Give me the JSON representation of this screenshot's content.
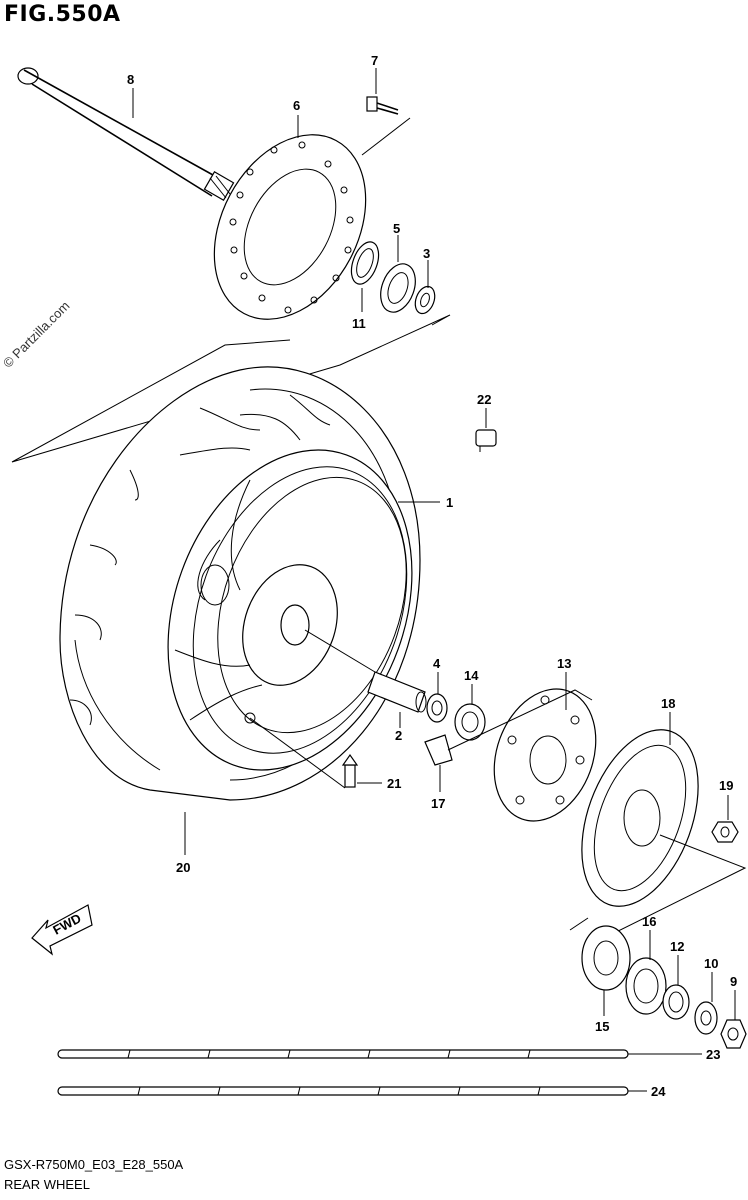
{
  "header": {
    "title": "FIG.550A"
  },
  "watermark": "© Partzilla.com",
  "footer": {
    "code": "GSX-R750M0_E03_E28_550A",
    "name": "REAR WHEEL"
  },
  "fwd_label": "FWD",
  "callouts": {
    "p1": "1",
    "p2": "2",
    "p3": "3",
    "p4": "4",
    "p5": "5",
    "p6": "6",
    "p7": "7",
    "p8": "8",
    "p9": "9",
    "p10": "10",
    "p11": "11",
    "p12": "12",
    "p13": "13",
    "p14": "14",
    "p15": "15",
    "p16": "16",
    "p17": "17",
    "p18": "18",
    "p19": "19",
    "p20": "20",
    "p21": "21",
    "p22": "22",
    "p23": "23",
    "p24": "24"
  }
}
